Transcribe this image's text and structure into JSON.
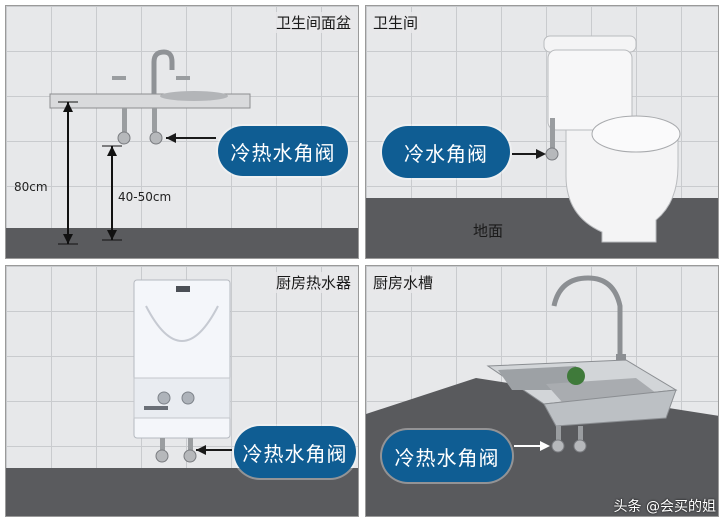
{
  "panels": {
    "basin": {
      "title": "卫生间面盆",
      "tag": "冷热水角阀",
      "height_total": "80cm",
      "height_valve": "40-50cm"
    },
    "toilet": {
      "title": "卫生间",
      "tag": "冷水角阀",
      "floor_label": "地面"
    },
    "heater": {
      "title": "厨房热水器",
      "tag": "冷热水角阀"
    },
    "sink": {
      "title": "厨房水槽",
      "tag": "冷热水角阀"
    }
  },
  "watermark": "头条 @会买的姐",
  "colors": {
    "pill": "#0f5d93",
    "floor": "#5a5b5e",
    "tile": "#e7e8ea"
  }
}
